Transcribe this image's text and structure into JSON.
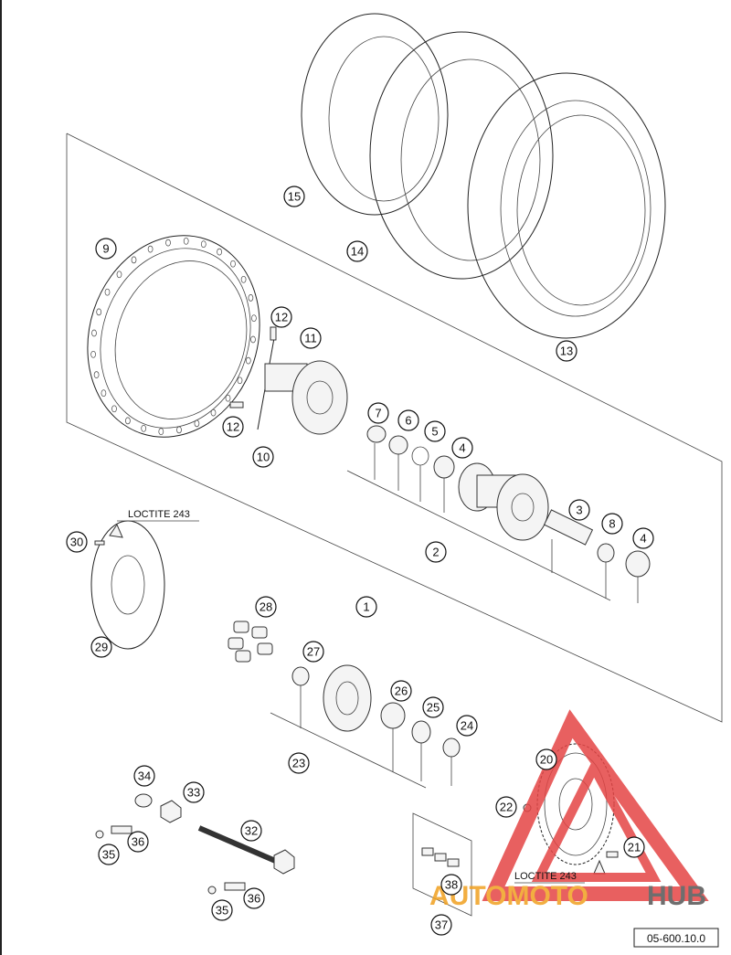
{
  "labels": [
    "1",
    "2",
    "3",
    "4",
    "4",
    "5",
    "6",
    "7",
    "8",
    "9",
    "10",
    "11",
    "12",
    "12",
    "13",
    "14",
    "15",
    "20",
    "21",
    "22",
    "23",
    "24",
    "25",
    "26",
    "27",
    "28",
    "29",
    "30",
    "32",
    "33",
    "34",
    "35",
    "35",
    "36",
    "36",
    "37",
    "38"
  ],
  "notes": {
    "loctite_top": "LOCTITE 243",
    "loctite_bottom": "LOCTITE 243"
  },
  "reference": "05-600.10.0",
  "watermark": {
    "part1": "AUTOMOTO",
    "part2": "HUB",
    "color1": "#f0a020",
    "color2": "#555555",
    "triangle_color": "#e54545"
  }
}
